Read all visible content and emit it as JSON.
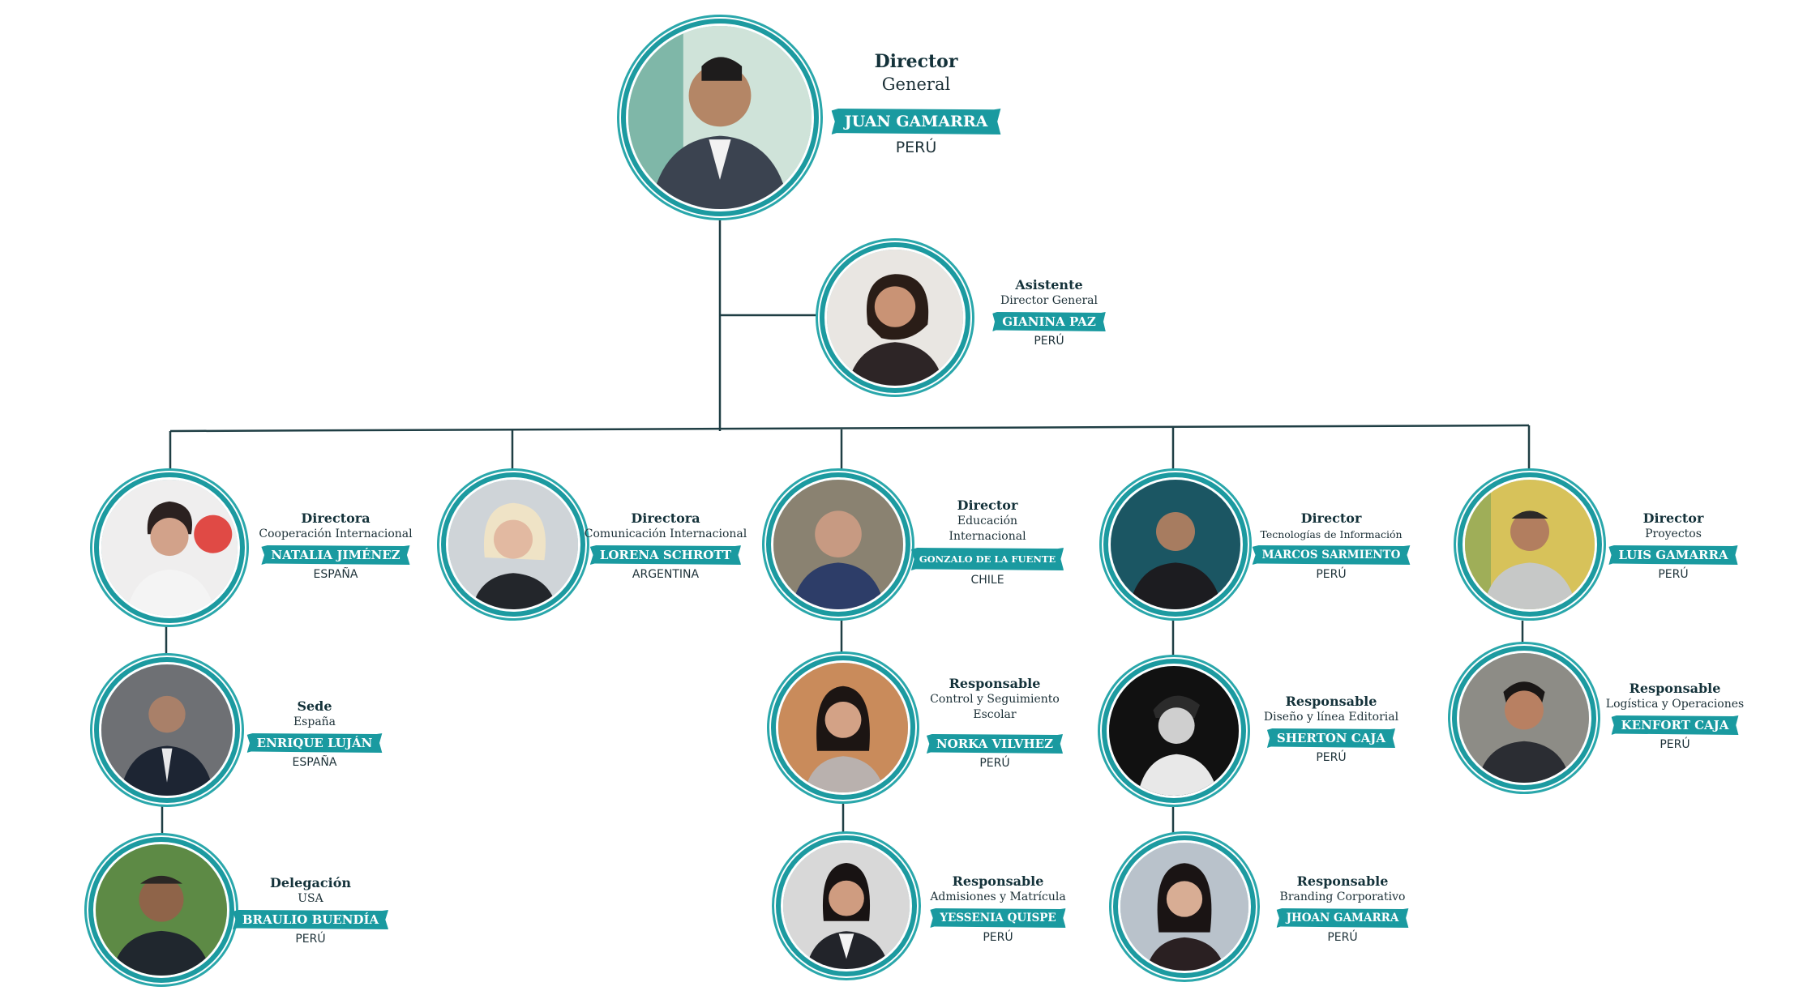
{
  "colors": {
    "teal": "#1a9aa0",
    "line": "#1f3e44",
    "text": "#14323a"
  },
  "nodes": [
    {
      "id": "director-general",
      "role": "Director",
      "area": "General",
      "name": "JUAN GAMARRA",
      "country": "PERÚ",
      "icon": "person-photo"
    },
    {
      "id": "asistente",
      "role": "Asistente",
      "area": "Director General",
      "name": "GIANINA PAZ",
      "country": "PERÚ",
      "icon": "person-photo"
    },
    {
      "id": "coop-internacional",
      "role": "Directora",
      "area": "Cooperación Internacional",
      "name": "NATALIA JIMÉNEZ",
      "country": "ESPAÑA",
      "icon": "person-photo"
    },
    {
      "id": "com-internacional",
      "role": "Directora",
      "area": "Comunicación Internacional",
      "name": "LORENA SCHROTT",
      "country": "ARGENTINA",
      "icon": "person-photo"
    },
    {
      "id": "edu-internacional",
      "role": "Director",
      "area": "Educación",
      "area2": "Internacional",
      "name": "GONZALO DE LA FUENTE",
      "country": "CHILE",
      "icon": "person-photo"
    },
    {
      "id": "tecnologias",
      "role": "Director",
      "area": "Tecnologías de Información",
      "name": "MARCOS SARMIENTO",
      "country": "PERÚ",
      "icon": "person-photo"
    },
    {
      "id": "proyectos",
      "role": "Director",
      "area": "Proyectos",
      "name": "LUIS GAMARRA",
      "country": "PERÚ",
      "icon": "person-photo"
    },
    {
      "id": "sede",
      "role": "Sede",
      "area": "España",
      "name": "ENRIQUE LUJÁN",
      "country": "ESPAÑA",
      "icon": "person-photo"
    },
    {
      "id": "delegacion",
      "role": "Delegación",
      "area": "USA",
      "name": "BRAULIO BUENDÍA",
      "country": "PERÚ",
      "icon": "person-photo"
    },
    {
      "id": "control-escolar",
      "role": "Responsable",
      "area": "Control y Seguimiento",
      "area2": "Escolar",
      "name": "NORKA VILVHEZ",
      "country": "PERÚ",
      "icon": "person-photo"
    },
    {
      "id": "admisiones",
      "role": "Responsable",
      "area": "Admisiones y Matrícula",
      "name": "YESSENIA QUISPE",
      "country": "PERÚ",
      "icon": "person-photo"
    },
    {
      "id": "diseno",
      "role": "Responsable",
      "area": "Diseño y línea Editorial",
      "name": "SHERTON CAJA",
      "country": "PERÚ",
      "icon": "person-photo"
    },
    {
      "id": "branding",
      "role": "Responsable",
      "area": "Branding Corporativo",
      "name": "JHOAN GAMARRA",
      "country": "PERÚ",
      "icon": "person-photo"
    },
    {
      "id": "logistica",
      "role": "Responsable",
      "area": "Logística y Operaciones",
      "name": "KENFORT CAJA",
      "country": "PERÚ",
      "icon": "person-photo"
    }
  ]
}
